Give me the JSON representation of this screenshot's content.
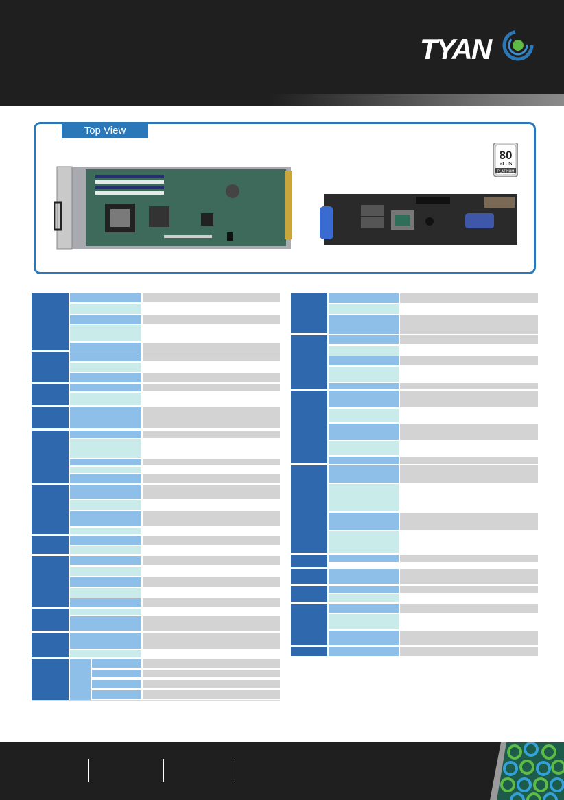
{
  "brand": {
    "logo_text": "TYAN",
    "logo_color_ring": "#2b78b8",
    "logo_color_dot": "#5dbb46"
  },
  "top_view": {
    "tab_label": "Top View",
    "badge": {
      "number": "80",
      "plus": "PLUS",
      "grade": "PLATINUM"
    }
  },
  "colors": {
    "header_bg": "#1f1f1f",
    "accent_blue": "#2b78b8",
    "category_blue": "#2f68ad",
    "label_blue": "#8dbfe9",
    "label_mint": "#c9ebea",
    "value_grey": "#d3d3d3"
  }
}
